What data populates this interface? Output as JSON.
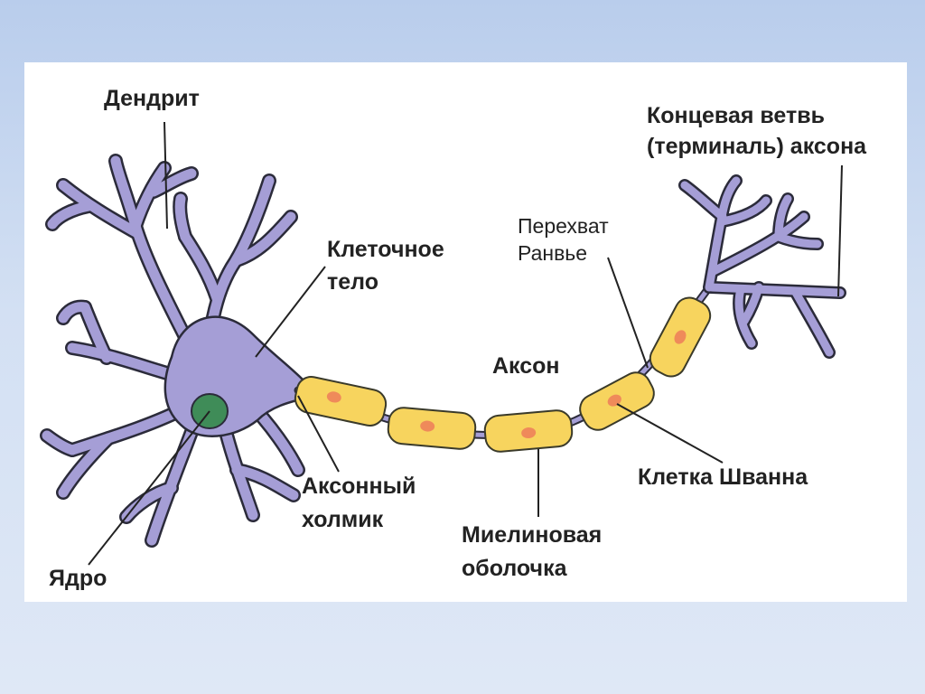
{
  "labels": {
    "dendrite": "Дендрит",
    "terminal_line1": "Концевая ветвь",
    "terminal_line2": "(терминаль) аксона",
    "node_line1": "Перехват",
    "node_line2": "Ранвье",
    "cell_body_line1": "Клеточное",
    "cell_body_line2": "тело",
    "axon": "Аксон",
    "axon_hillock_line1": "Аксонный",
    "axon_hillock_line2": "холмик",
    "myelin_line1": "Миелиновая",
    "myelin_line2": "оболочка",
    "schwann_cell": "Клетка Шванна",
    "nucleus": "Ядро"
  },
  "colors": {
    "neuron_body": "#a59ed6",
    "neuron_outline": "#2b2b3a",
    "nucleus": "#3f8c58",
    "myelin": "#f7d45e",
    "myelin_outline": "#3a3a2a",
    "schwann_nucleus": "#ef8a5a"
  }
}
